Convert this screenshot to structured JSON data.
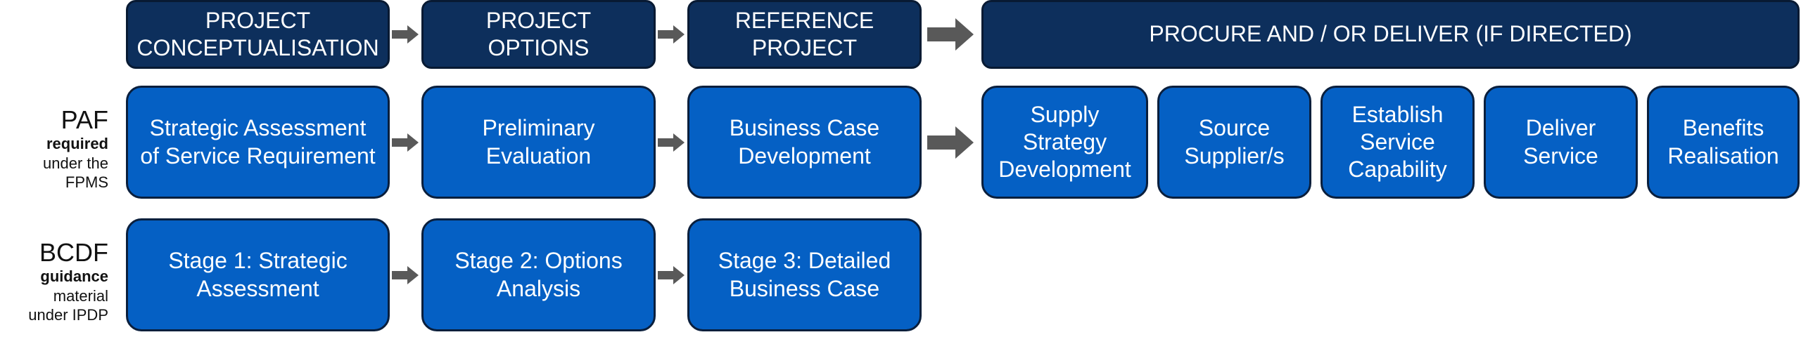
{
  "header": [
    "PROJECT\nCONCEPTUALISATION",
    "PROJECT\nOPTIONS",
    "REFERENCE\nPROJECT",
    "PROCURE AND / OR DELIVER (IF DIRECTED)"
  ],
  "rows": {
    "paf": {
      "label": "PAF",
      "label_bold": "required",
      "label_rest": "under the\nFPMS",
      "stages": [
        "Strategic Assessment\nof Service Requirement",
        "Preliminary\nEvaluation",
        "Business Case\nDevelopment",
        "Supply\nStrategy\nDevelopment",
        "Source\nSupplier/s",
        "Establish\nService\nCapability",
        "Deliver\nService",
        "Benefits\nRealisation"
      ]
    },
    "bcdf": {
      "label": "BCDF",
      "label_bold": "guidance",
      "label_rest": "material\nunder IPDP",
      "stages": [
        "Stage 1: Strategic\nAssessment",
        "Stage 2: Options\nAnalysis",
        "Stage 3: Detailed\nBusiness Case"
      ]
    }
  },
  "colors": {
    "header_fill": "#0d2f5c",
    "stage_fill": "#0560c4",
    "arrow": "#595959"
  }
}
